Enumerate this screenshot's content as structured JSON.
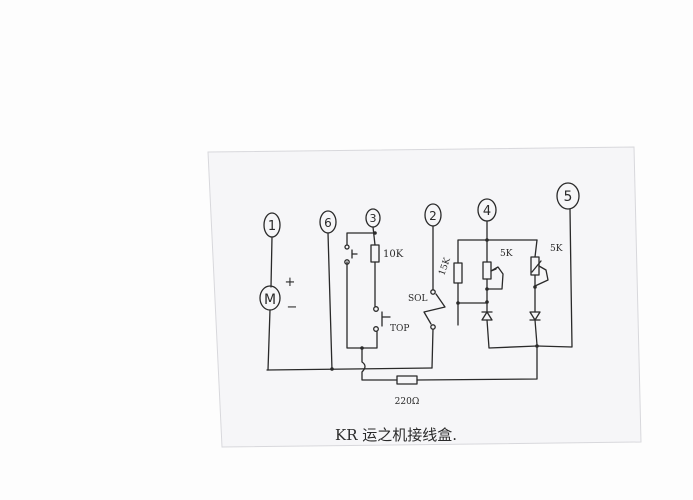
{
  "diagram": {
    "title": "KR 运之机接线盒.",
    "terminals": [
      "1",
      "6",
      "3",
      "2",
      "4",
      "5"
    ],
    "motor": {
      "label": "M",
      "plus": "+",
      "minus": "−"
    },
    "components": {
      "r_10k": "10K",
      "switch_top": "TOP",
      "switch_sol": "SOL",
      "r_15k": "15K",
      "pot_a": "5K",
      "pot_b": "5K",
      "r_220": "220Ω"
    },
    "colors": {
      "ink": "#2a2a2a",
      "paper": "#f7f7f9"
    }
  }
}
